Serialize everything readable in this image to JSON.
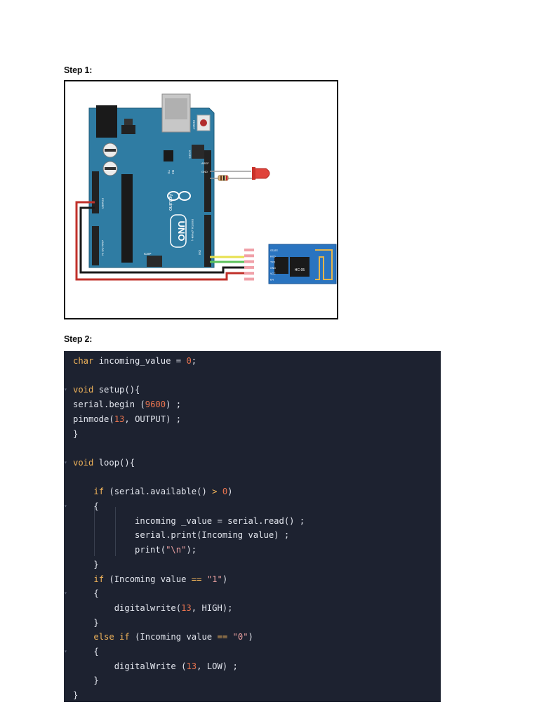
{
  "step1": {
    "heading": "Step 1:"
  },
  "diagram": {
    "board_labels": {
      "brand": "Arduino",
      "model": "UNO",
      "aref": "AREF",
      "gnd": "GND",
      "icsp": "ICSP",
      "icsp2": "ICSP2",
      "tx": "TX",
      "rx": "RX",
      "on": "ON",
      "reset": "RESET",
      "digital": "DIGITAL (PWM~)",
      "power": "POWER",
      "analog_in": "ANALOG IN"
    },
    "module": {
      "name": "HC-05",
      "pins": [
        "STATE",
        "RXD",
        "TXD",
        "GND",
        "VCC",
        "EN"
      ]
    }
  },
  "step2": {
    "heading": "Step 2:"
  },
  "code": {
    "lines": [
      [
        {
          "t": "char",
          "c": "kw"
        },
        {
          "t": " incoming_value = "
        },
        {
          "t": "0",
          "c": "num"
        },
        {
          "t": ";"
        }
      ],
      [],
      [
        {
          "t": "void",
          "c": "kw"
        },
        {
          "t": " setup(){"
        }
      ],
      [
        {
          "t": "serial.begin ("
        },
        {
          "t": "9600",
          "c": "num"
        },
        {
          "t": ") ;"
        }
      ],
      [
        {
          "t": "pinmode("
        },
        {
          "t": "13",
          "c": "num"
        },
        {
          "t": ", OUTPUT) ;"
        }
      ],
      [
        {
          "t": "}"
        }
      ],
      [],
      [
        {
          "t": "void",
          "c": "kw"
        },
        {
          "t": " loop(){"
        }
      ],
      [],
      [
        {
          "t": "    "
        },
        {
          "t": "if",
          "c": "kw"
        },
        {
          "t": " (serial.available() "
        },
        {
          "t": ">",
          "c": "kw"
        },
        {
          "t": " "
        },
        {
          "t": "0",
          "c": "num"
        },
        {
          "t": ")"
        }
      ],
      [
        {
          "t": "    {"
        }
      ],
      [
        {
          "t": "            incoming _value = serial.read() ;"
        }
      ],
      [
        {
          "t": "            serial.print(Incoming value) ;"
        }
      ],
      [
        {
          "t": "            print("
        },
        {
          "t": "\"\\n\"",
          "c": "str"
        },
        {
          "t": ");"
        }
      ],
      [
        {
          "t": "    }"
        }
      ],
      [
        {
          "t": "    "
        },
        {
          "t": "if",
          "c": "kw"
        },
        {
          "t": " (Incoming value "
        },
        {
          "t": "==",
          "c": "kw"
        },
        {
          "t": " "
        },
        {
          "t": "\"1\"",
          "c": "str"
        },
        {
          "t": ")"
        }
      ],
      [
        {
          "t": "    {"
        }
      ],
      [
        {
          "t": "        digitalwrite("
        },
        {
          "t": "13",
          "c": "num"
        },
        {
          "t": ", HIGH);"
        }
      ],
      [
        {
          "t": "    }"
        }
      ],
      [
        {
          "t": "    "
        },
        {
          "t": "else if",
          "c": "kw"
        },
        {
          "t": " (Incoming value "
        },
        {
          "t": "==",
          "c": "kw"
        },
        {
          "t": " "
        },
        {
          "t": "\"0\"",
          "c": "str"
        },
        {
          "t": ")"
        }
      ],
      [
        {
          "t": "    {"
        }
      ],
      [
        {
          "t": "        digitalWrite ("
        },
        {
          "t": "13",
          "c": "num"
        },
        {
          "t": ", LOW) ;"
        }
      ],
      [
        {
          "t": "    }"
        }
      ],
      [
        {
          "t": "}"
        }
      ]
    ],
    "colors": {
      "background": "#1d2230",
      "keyword": "#f0b35a",
      "number": "#e9744f",
      "string": "#e9a0a0",
      "text": "#e3e6ee"
    }
  }
}
